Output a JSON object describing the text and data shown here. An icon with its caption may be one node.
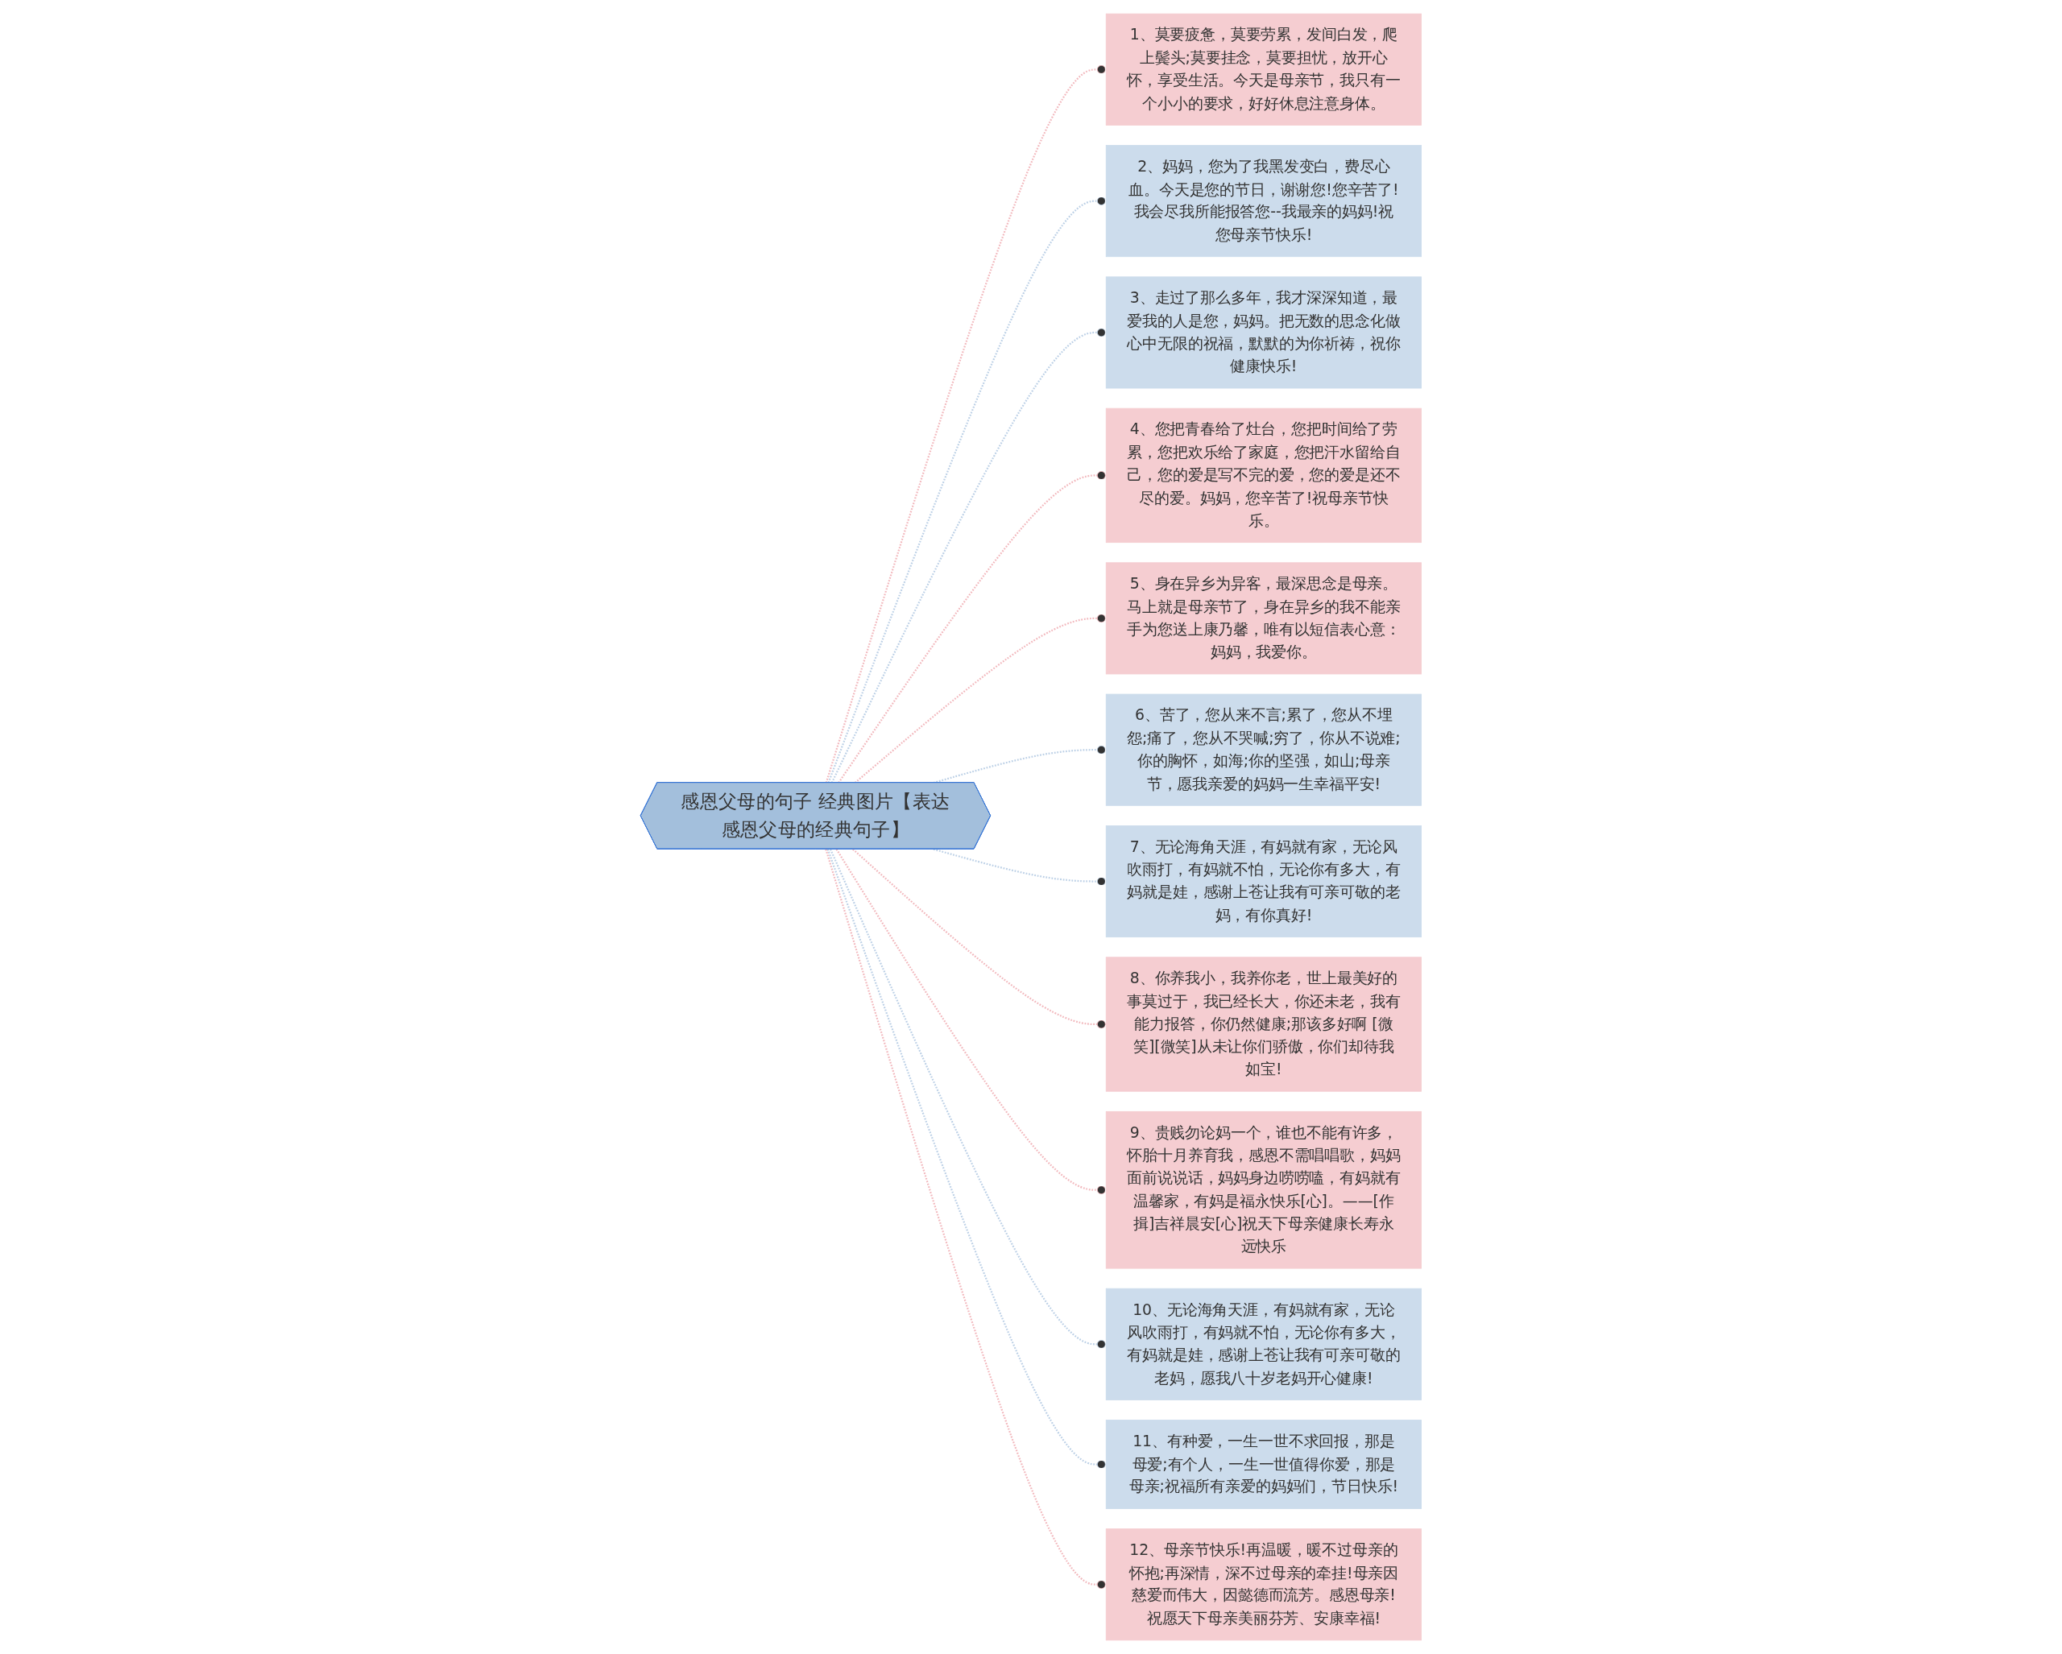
{
  "diagram": {
    "nodes": [
      {
        "text": [
          "感恩父母的句子 经典图片【表达感恩父母的经典句子】"
        ]
      },
      {
        "text": [
          "1、莫要疲惫，莫要劳累，发间白发，爬上鬓头;莫要挂念，莫要担忧，放开心怀，享受生活。今天是母亲节，我只有一个小小的要求，好好休息注意身体。"
        ]
      },
      {
        "text": [
          "2、妈妈，您为了我黑发变白，费尽心血。今天是您的节日，谢谢您!您辛苦了!我会尽我所能报答您--我最亲的妈妈!祝您母亲节快乐!"
        ]
      },
      {
        "text": [
          "3、走过了那么多年，我才深深知道，最爱我的人是您，妈妈。把无数的思念化做心中无限的祝福，默默的为你祈祷，祝你健康快乐!"
        ]
      },
      {
        "text": [
          "4、您把青春给了灶台，您把时间给了劳累，您把欢乐给了家庭，您把汗水留给自己，您的爱是写不完的爱，您的爱是还不尽的爱。妈妈，您辛苦了!祝母亲节快乐。"
        ]
      },
      {
        "text": [
          "5、身在异乡为异客，最深思念是母亲。马上就是母亲节了，身在异乡的我不能亲手为您送上康乃馨，唯有以短信表心意：妈妈，我爱你。"
        ]
      },
      {
        "text": [
          "6、苦了，您从来不言;累了，您从不埋怨;痛了，您从不哭喊;穷了，你从不说难;你的胸怀，如海;你的坚强，如山;母亲节，愿我亲爱的妈妈一生幸福平安!"
        ]
      },
      {
        "text": [
          "7、无论海角天涯，有妈就有家，无论风吹雨打，有妈就不怕，无论你有多大，有妈就是娃，感谢上苍让我有可亲可敬的老妈，有你真好!"
        ]
      },
      {
        "text": [
          "8、你养我小，我养你老，世上最美好的事莫过于，我已经长大，你还未老，我有能力报答，你仍然健康;那该多好啊 [微笑][微笑]从未让你们骄傲，你们却待我如宝!"
        ]
      },
      {
        "text": [
          "9、贵贱勿论妈一个，谁也不能有许多，怀胎十月养育我，感恩不需唱唱歌，妈妈面前说说话，妈妈身边唠唠嗑，有妈就有温馨家，有妈是福永快乐[心]。——[作揖]吉祥晨安[心]祝天下母亲健康长寿永远快乐"
        ]
      },
      {
        "text": [
          "10、无论海角天涯，有妈就有家，无论风吹雨打，有妈就不怕，无论你有多大，有妈就是娃，感谢上苍让我有可亲可敬的老妈，愿我八十岁老妈开心健康!"
        ]
      },
      {
        "text": [
          "11、有种爱，一生一世不求回报，那是母爱;有个人，一生一世值得你爱，那是母亲;祝福所有亲爱的妈妈们，节日快乐!"
        ]
      },
      {
        "text": [
          "12、母亲节快乐!再温暖，暖不过母亲的怀抱;再深情，深不过母亲的牵挂!母亲因慈爱而伟大，因懿德而流芳。感恩母亲!祝愿天下母亲美丽芬芳、安康幸福!"
        ]
      }
    ],
    "edges": [
      {
        "from": 0,
        "to": 1,
        "arrow": "other",
        "style": "dashed",
        "color": "#f2b8bd"
      },
      {
        "from": 0,
        "to": 2,
        "arrow": "other",
        "style": "dashed",
        "color": "#bcd0e6"
      },
      {
        "from": 0,
        "to": 3,
        "arrow": "other",
        "style": "dashed",
        "color": "#bcd0e6"
      },
      {
        "from": 0,
        "to": 4,
        "arrow": "other",
        "style": "dashed",
        "color": "#f2b8bd"
      },
      {
        "from": 0,
        "to": 5,
        "arrow": "other",
        "style": "dashed",
        "color": "#f2b8bd"
      },
      {
        "from": 0,
        "to": 6,
        "arrow": "other",
        "style": "dashed",
        "color": "#bcd0e6"
      },
      {
        "from": 0,
        "to": 7,
        "arrow": "other",
        "style": "dashed",
        "color": "#bcd0e6"
      },
      {
        "from": 0,
        "to": 8,
        "arrow": "other",
        "style": "dashed",
        "color": "#f2b8bd"
      },
      {
        "from": 0,
        "to": 9,
        "arrow": "other",
        "style": "dashed",
        "color": "#f2b8bd"
      },
      {
        "from": 0,
        "to": 10,
        "arrow": "other",
        "style": "dashed",
        "color": "#bcd0e6"
      },
      {
        "from": 0,
        "to": 11,
        "arrow": "other",
        "style": "dashed",
        "color": "#bcd0e6"
      },
      {
        "from": 0,
        "to": 12,
        "arrow": "other",
        "style": "dashed",
        "color": "#f2b8bd"
      }
    ]
  }
}
